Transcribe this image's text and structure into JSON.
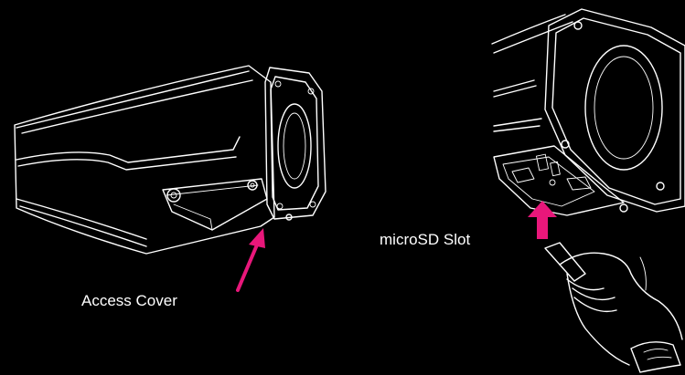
{
  "labels": {
    "access_cover": "Access Cover",
    "microsd_slot": "microSD Slot"
  },
  "colors": {
    "background": "#000000",
    "line_art": "#ffffff",
    "arrow": "#e8177a"
  },
  "icons": {
    "left_figure": "camera-access-cover-illustration",
    "right_figure": "camera-microsd-insertion-illustration",
    "hand": "hand-icon"
  }
}
